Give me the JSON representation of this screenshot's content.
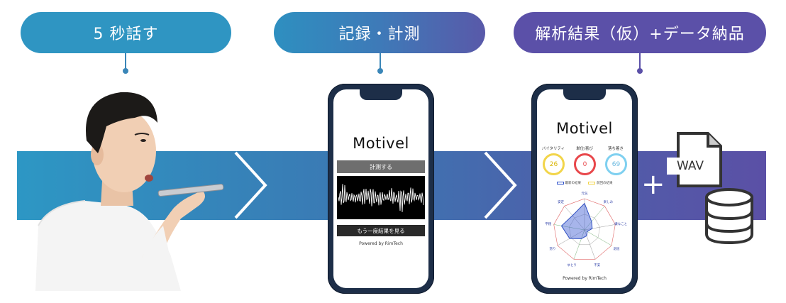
{
  "steps": [
    {
      "label": "5 秒話す"
    },
    {
      "label": "記録・計測"
    },
    {
      "label": "解析結果（仮）+データ納品"
    }
  ],
  "phone_measure": {
    "app_logo": "Motivel",
    "measure_button": "計測する",
    "retry_button": "もう一度結果を見る",
    "footer": "Powered by RimTech"
  },
  "phone_result": {
    "app_logo": "Motivel",
    "metrics": [
      {
        "label": "バイタリティ",
        "value": "26",
        "color": "#f2d54a"
      },
      {
        "label": "単位/喜び",
        "value": "0",
        "color": "#e8474b"
      },
      {
        "label": "落ち着き",
        "value": "69",
        "color": "#7fd0f0"
      }
    ],
    "legend": [
      "最新の結果",
      "前回の結果"
    ],
    "radar_axes": [
      "元気",
      "楽しみ",
      "嫌なこと",
      "退屈",
      "不安",
      "ゆとり",
      "怒り",
      "平穏",
      "安定"
    ],
    "footer": "Powered by RimTech"
  },
  "file_label": "WAV",
  "colors": {
    "band_start": "#2d97c4",
    "band_end": "#5b50a6",
    "pill_1": "#2f95c2",
    "pill_3": "#5b50a8"
  }
}
